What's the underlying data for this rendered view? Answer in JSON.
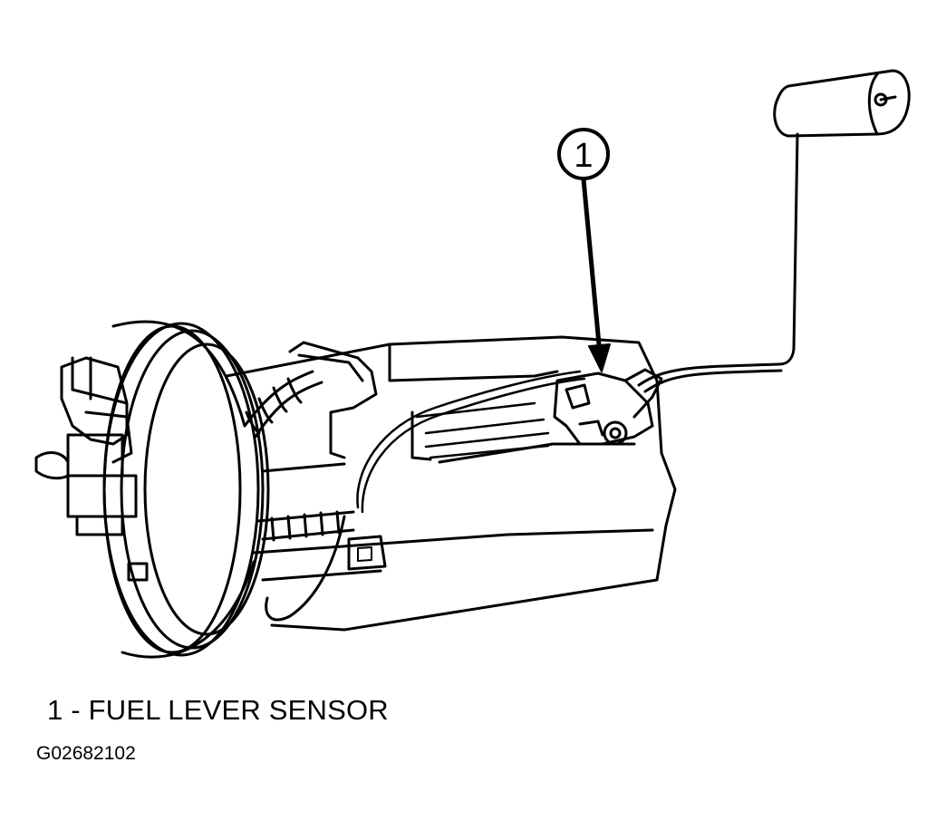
{
  "callout": {
    "number": "1"
  },
  "legend": {
    "entry_1": "1 - FUEL LEVER SENSOR"
  },
  "figure_id": "G02682102",
  "colors": {
    "line": "#000000",
    "background": "#ffffff"
  }
}
